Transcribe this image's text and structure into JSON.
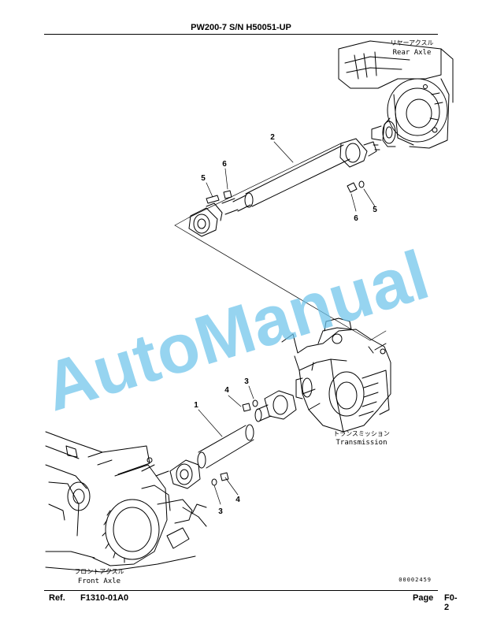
{
  "header": {
    "title": "PW200-7 S/N H50051-UP"
  },
  "labels": {
    "rear_axle_jp": "リヤーアクスル",
    "rear_axle_en": "Rear Axle",
    "transmission_jp": "トランスミッション",
    "transmission_en": "Transmission",
    "front_axle_jp": "フロントアクスル",
    "front_axle_en": "Front Axle"
  },
  "callouts": [
    "2",
    "6",
    "5",
    "6",
    "5",
    "1",
    "4",
    "3",
    "3",
    "4"
  ],
  "figure_code": "00002459",
  "watermark": "AutoManual",
  "footer": {
    "ref_label": "Ref.",
    "ref_value": "F1310-01A0",
    "page_label": "Page",
    "page_value": "F0-2"
  }
}
